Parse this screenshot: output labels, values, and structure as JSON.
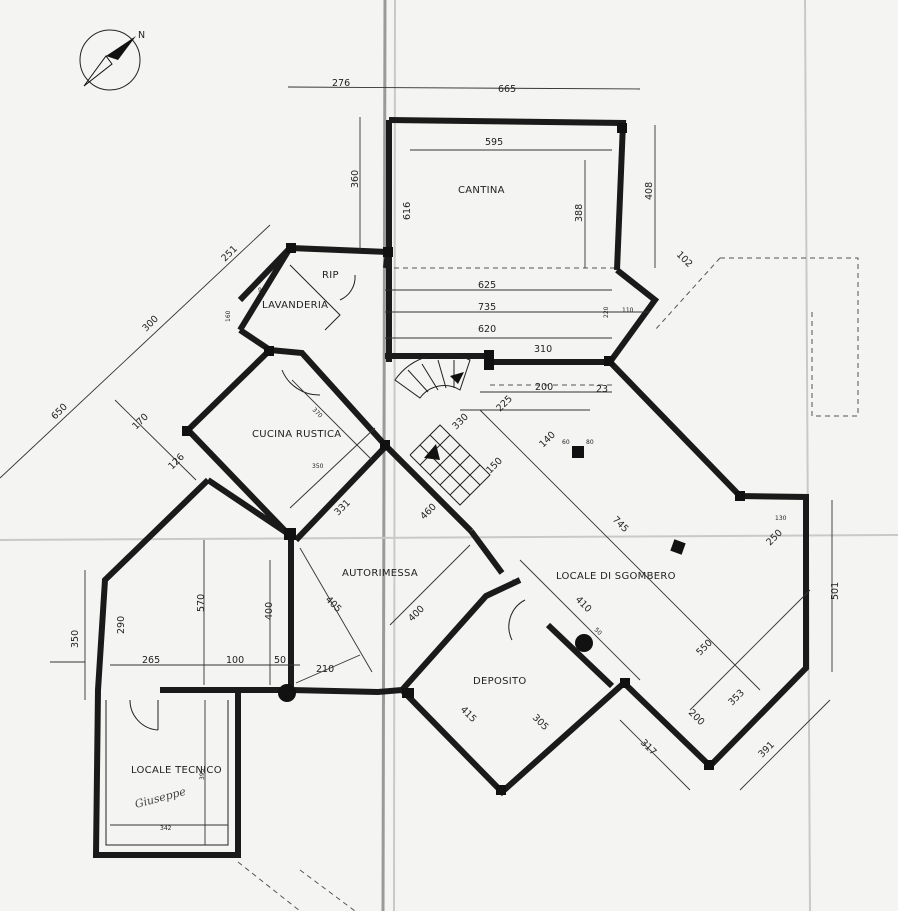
{
  "compass": {
    "north_label": "N"
  },
  "rooms": {
    "cantina": "CANTINA",
    "rip": "RIP",
    "lavanderia": "LAVANDERIA",
    "cucina_rustica": "CUCINA RUSTICA",
    "autorimessa": "AUTORIMESSA",
    "locale_sgombero": "LOCALE DI SGOMBERO",
    "deposito": "DEPOSITO",
    "locale_tecnico": "LOCALE TECNICO"
  },
  "dimensions": {
    "d276": "276",
    "d665": "665",
    "d595": "595",
    "d360": "360",
    "d616": "616",
    "d388": "388",
    "d408": "408",
    "d102": "102",
    "d625": "625",
    "d735": "735",
    "d620": "620",
    "d220": "220",
    "d110": "110",
    "d310": "310",
    "d251": "251",
    "d300": "300",
    "d650": "650",
    "d170": "170",
    "d126": "126",
    "d370": "370",
    "d350a": "350",
    "d331": "331",
    "d200a": "200",
    "d23": "23",
    "d225": "225",
    "d330": "330",
    "d140": "140",
    "d150": "150",
    "d745": "745",
    "d250": "250",
    "d130": "130",
    "d501": "501",
    "d410": "410",
    "d550": "550",
    "d353": "353",
    "d200b": "200",
    "d391": "391",
    "d317": "317",
    "d415": "415",
    "d305": "305",
    "d405": "405",
    "d400a": "400",
    "d460": "460",
    "d210": "210",
    "d570": "570",
    "d400b": "400",
    "d290": "290",
    "d350b": "350",
    "d265": "265",
    "d100": "100",
    "d50a": "50",
    "d395": "395",
    "d342": "342",
    "d30": "30",
    "d50b": "50",
    "d160": "160",
    "d95": "95",
    "d60": "60",
    "d80": "80"
  },
  "signature": "Giuseppe"
}
